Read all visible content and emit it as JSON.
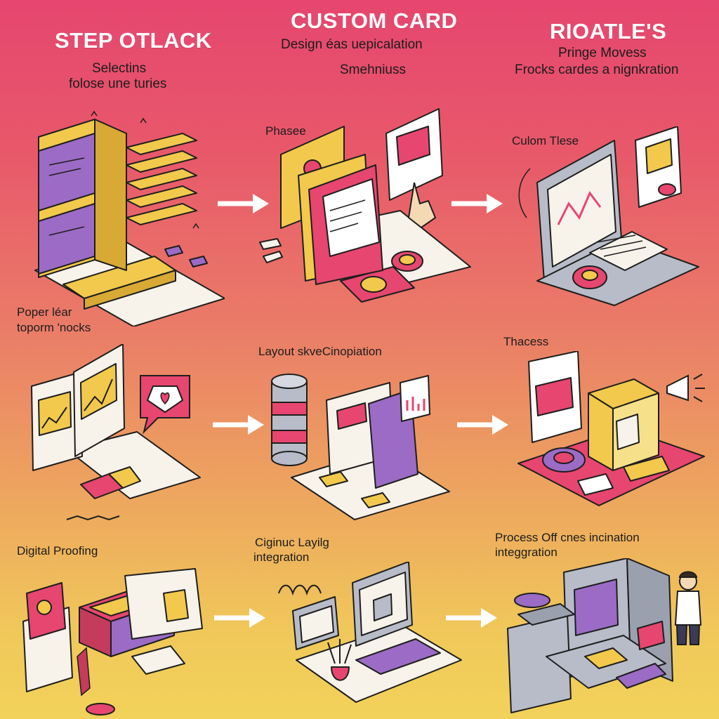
{
  "colors": {
    "bg_top": "#e6466f",
    "bg_bottom": "#f2d25a",
    "pink": "#e6466f",
    "yellow": "#f2c94c",
    "purple": "#9b6bc5",
    "grey": "#b8bcc8",
    "outline": "#1e1e1e"
  },
  "headers": [
    {
      "title": "STEP OTLACK",
      "sub_lines": [
        "Selectins",
        "folose une turies"
      ]
    },
    {
      "title": "CUSTOM CARD",
      "sub_lines": [
        "Design éas uepicalation",
        "Smehniuss"
      ]
    },
    {
      "title": "RIOATLE'S",
      "sub_lines": [
        "Pringe Movess",
        "Frocks cardes a nignkration"
      ]
    }
  ],
  "row1_labels": {
    "phase": "Phasee",
    "custom": "Culom Tlese"
  },
  "row2_labels": {
    "left_lines": [
      "Poper léar",
      "toporm 'nocks"
    ],
    "middle": "Layout skveCinopiation",
    "right": "Thacess"
  },
  "row3_labels": {
    "left": "Digital Proofing",
    "middle_lines": [
      "Ciginuc Layilg",
      "integration"
    ],
    "right_lines": [
      "Process Off cnes incination",
      "integgration"
    ]
  },
  "icons": [
    "isometric-stack-icon",
    "arrow-right-icon",
    "design-cards-icon",
    "hand-pointer-icon",
    "laptop-chart-icon",
    "charts-document-icon",
    "speech-bubble-icon",
    "database-icon",
    "folder-icon",
    "printer-box-icon",
    "megaphone-icon",
    "press-roller-icon",
    "monitor-workstation-icon",
    "plant-pot-icon",
    "printing-machine-icon",
    "worker-icon"
  ]
}
